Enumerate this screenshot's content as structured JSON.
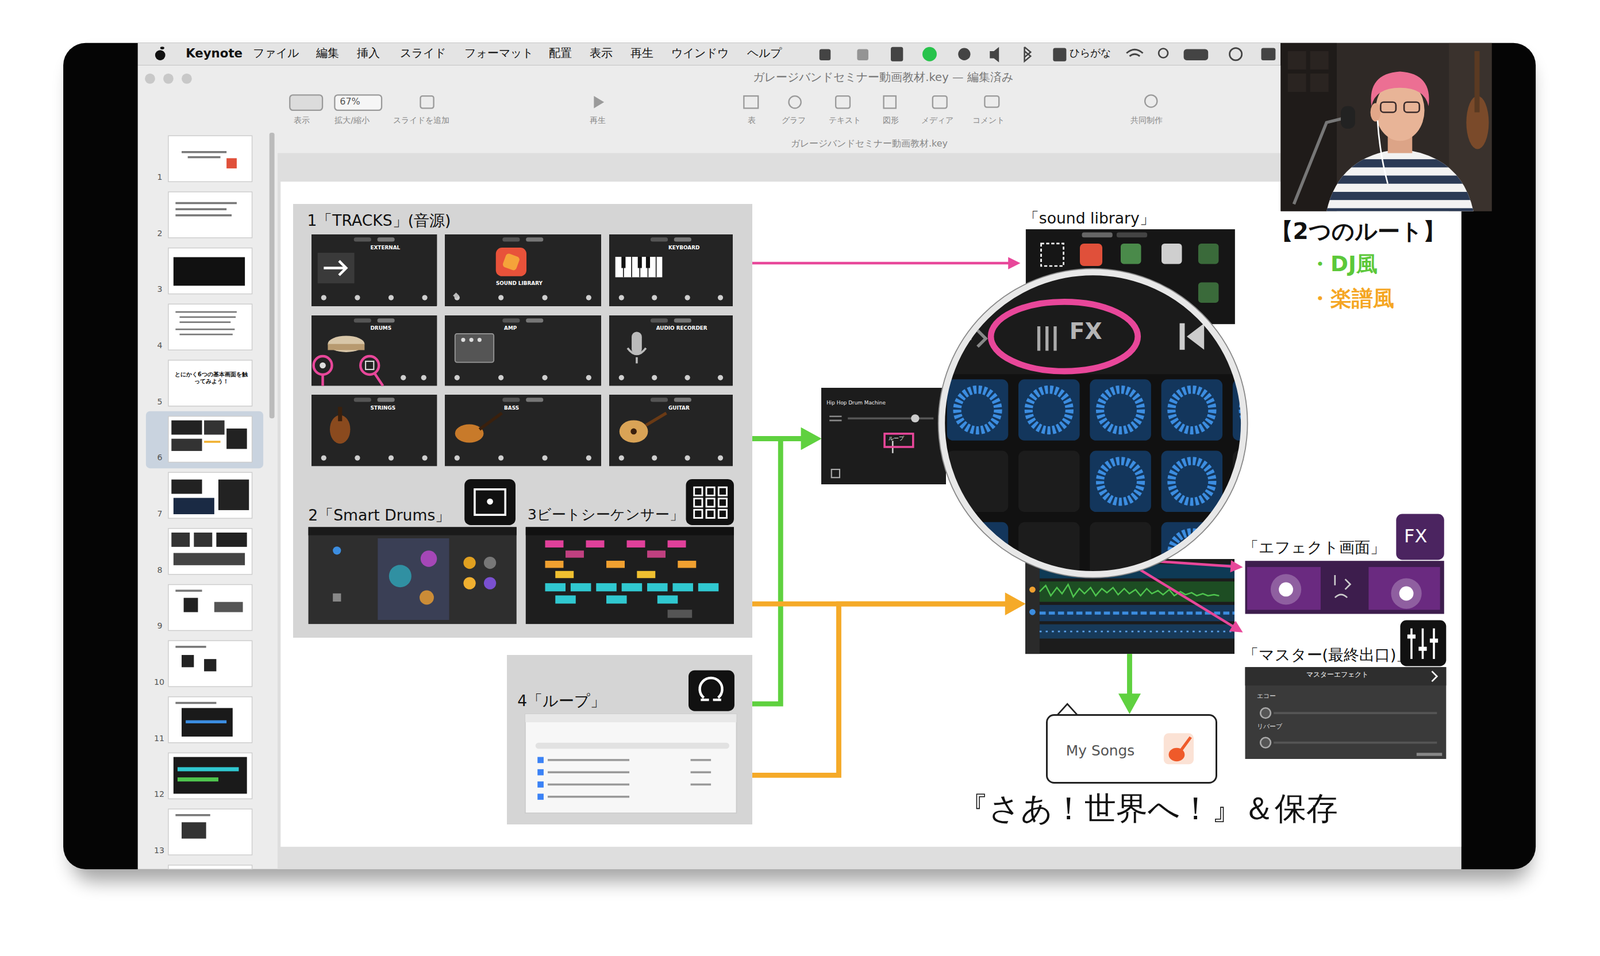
{
  "diagram": {
    "nodes": [
      {
        "text": [
          "1「TRACKS」(音源)"
        ]
      },
      {
        "text": [
          "EXTERNAL"
        ],
        "in": 0
      },
      {
        "text": [
          "SOUND LIBRARY"
        ],
        "in": 0
      },
      {
        "text": [
          "KEYBOARD"
        ],
        "in": 0
      },
      {
        "text": [
          "DRUMS"
        ],
        "in": 0
      },
      {
        "text": [
          "AMP"
        ],
        "in": 0
      },
      {
        "text": [
          "AUDIO RECORDER"
        ],
        "in": 0
      },
      {
        "text": [
          "STRINGS"
        ],
        "in": 0
      },
      {
        "text": [
          "BASS"
        ],
        "in": 0
      },
      {
        "text": [
          "GUITAR"
        ],
        "in": 0
      },
      {
        "text": [
          "2「Smart Drums」"
        ],
        "in": 0
      },
      {
        "text": [
          "3ビートシーケンサー」"
        ],
        "in": 0
      },
      {
        "text": [
          "4「ループ」"
        ]
      },
      {
        "text": [
          "Hip Hop Drum Machine",
          "ループ"
        ]
      },
      {
        "text": [
          "「sound library」"
        ]
      },
      {
        "text": []
      },
      {
        "text": [
          "FX"
        ]
      },
      {
        "text": [
          "「エフェクト画面」",
          "FX"
        ]
      },
      {
        "text": [
          "「マスター(最終出口)」",
          "マスターエフェクト",
          "エコー",
          "リバーブ"
        ]
      },
      {
        "text": [
          "My Songs"
        ]
      }
    ],
    "edges": [
      {
        "from": 2,
        "to": 14,
        "arrow": "to"
      },
      {
        "from": 4,
        "to": 10,
        "arrow": "to"
      },
      {
        "from": 4,
        "to": 11,
        "arrow": "to"
      },
      {
        "from": 0,
        "to": 13,
        "arrow": "to"
      },
      {
        "from": 12,
        "to": 13,
        "arrow": "to"
      },
      {
        "from": 0,
        "to": 15,
        "arrow": "to"
      },
      {
        "from": 12,
        "to": 15,
        "arrow": "to"
      },
      {
        "from": 15,
        "to": 17,
        "arrow": "to"
      },
      {
        "from": 15,
        "to": 18,
        "arrow": "to"
      },
      {
        "from": 15,
        "to": 19,
        "arrow": "to"
      }
    ],
    "labels": [
      "Keynote",
      "ファイル",
      "編集",
      "挿入",
      "スライド",
      "フォーマット",
      "配置",
      "表示",
      "再生",
      "ウインドウ",
      "ヘルプ",
      "ひらがな",
      "ガレージバンドセミナー動画教材.key — 編集済み",
      "67%",
      "表示",
      "拡大/縮小",
      "スライドを追加",
      "再生",
      "表",
      "グラフ",
      "テキスト",
      "図形",
      "メディア",
      "コメント",
      "共同制作",
      "ガレージバンドセミナー動画教材.key",
      "1",
      "2",
      "3",
      "4",
      "5",
      "6",
      "7",
      "8",
      "9",
      "10",
      "11",
      "12",
      "13",
      "とにかく6つの基本画面を触ってみよう！",
      "【2つのルート】",
      "・DJ風",
      "・楽譜風",
      "『さあ！世界へ！』＆保存"
    ]
  }
}
